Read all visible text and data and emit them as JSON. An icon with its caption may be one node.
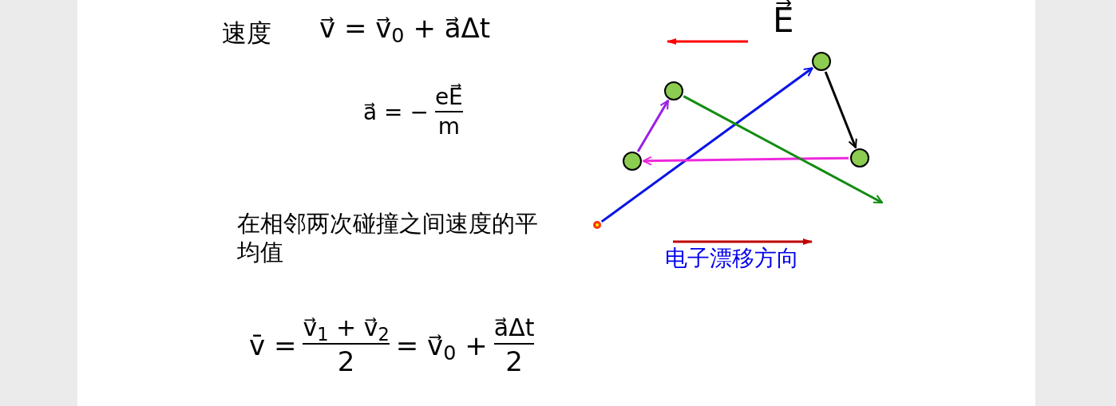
{
  "diagram": {
    "nodes": [
      {
        "text": [],
        "shape": "circle"
      },
      {
        "text": [],
        "shape": "circle"
      },
      {
        "text": [],
        "shape": "circle"
      },
      {
        "text": [],
        "shape": "circle"
      },
      {
        "text": [],
        "shape": "circle"
      }
    ],
    "edges": [
      {
        "from": 4,
        "to": 2,
        "arrow": "to",
        "color": "#0a14e6"
      },
      {
        "from": 2,
        "to": 3,
        "arrow": "to",
        "color": "#000000"
      },
      {
        "from": 3,
        "to": 0,
        "arrow": "to",
        "color": "#ee28dc"
      },
      {
        "from": 0,
        "to": 1,
        "arrow": "to",
        "color": "#9b1ee6"
      },
      {
        "from": 1,
        "to": null,
        "arrow": "to",
        "color": "#128c12"
      }
    ],
    "labels": [
      "速度",
      "v⃗ = v⃗$_{0}$ + a⃗Δt",
      "a⃗ = −",
      "eE⃗",
      "m",
      "在相邻两次碰撞之间速度的平均值",
      "v̄ =",
      "v⃗$_{1}$ + v⃗$_{2}$",
      "2",
      "= v⃗$_{0}$ +",
      "a⃗Δt",
      "2",
      "E⃗",
      "电子漂移方向"
    ]
  }
}
